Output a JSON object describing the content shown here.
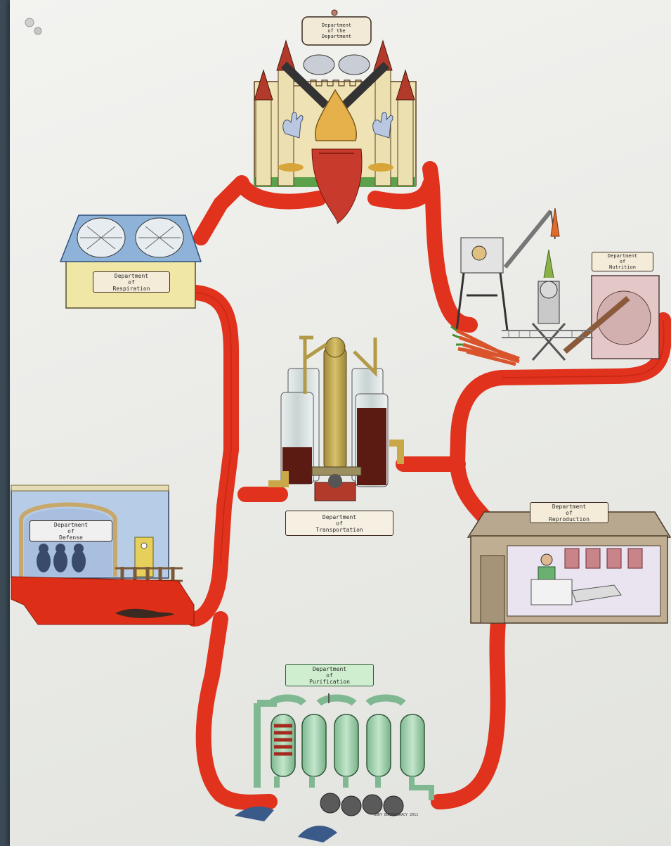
{
  "colors": {
    "pipe": "#e0321c",
    "pipe_edge": "#b8200f",
    "paper": "#eeeeea",
    "blood": "#5b1a12",
    "glass": "#cfd8d8",
    "brass": "#c9a84a",
    "green_tank": "#9fcfaa"
  },
  "departments": {
    "top": "Department\nof the\nDepartment",
    "respiration": "Department\nof\nRespiration",
    "nutrition": "Department\nof\nNutrition",
    "transportation": "Department\nof\nTransportation",
    "defense": "Department\nof\nDefense",
    "reproduction": "Department\nof\nReproduction",
    "purification": "Department\nof\nPurification"
  },
  "credit": "BODY BUREAUCRACY 2011"
}
